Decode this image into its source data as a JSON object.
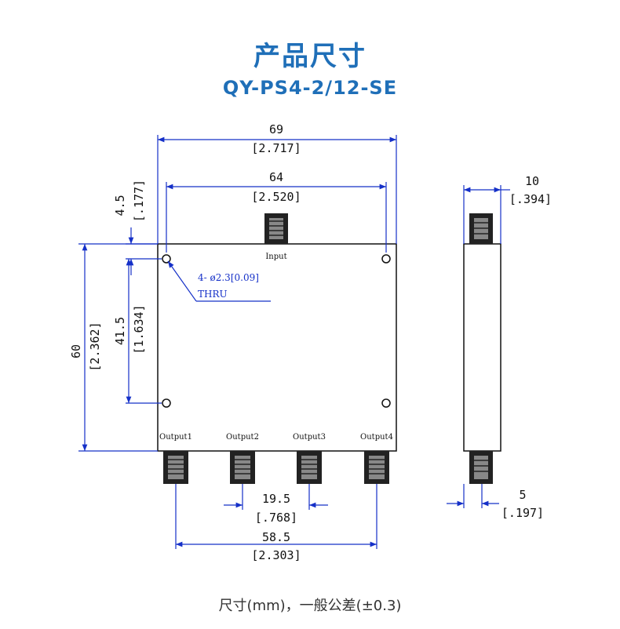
{
  "title": "产品尺寸",
  "model": "QY-PS4-2/12-SE",
  "footer": "尺寸(mm)，一般公差(±0.3)",
  "labels": {
    "input": "Input",
    "output1": "Output1",
    "output2": "Output2",
    "output3": "Output3",
    "output4": "Output4"
  },
  "hole_note": {
    "line1": "4- ø2.3[0.09]",
    "line2": "THRU"
  },
  "dims": {
    "overall_width": {
      "mm": "69",
      "in": "[2.717]"
    },
    "hole_spacing_x": {
      "mm": "64",
      "in": "[2.520]"
    },
    "hole_offset": {
      "mm": "4.5",
      "in": "[.177]"
    },
    "height": {
      "mm": "60",
      "in": "[2.362]"
    },
    "hole_spacing_y": {
      "mm": "41.5",
      "in": "[1.634]"
    },
    "output_pitch": {
      "mm": "19.5",
      "in": "[.768]"
    },
    "output_span": {
      "mm": "58.5",
      "in": "[2.303]"
    },
    "thickness": {
      "mm": "10",
      "in": "[.394]"
    },
    "connector_offset": {
      "mm": "5",
      "in": "[.197]"
    }
  },
  "colors": {
    "title": "#1f6fb8",
    "dimension_line": "#1530c8",
    "outline": "#111111"
  }
}
